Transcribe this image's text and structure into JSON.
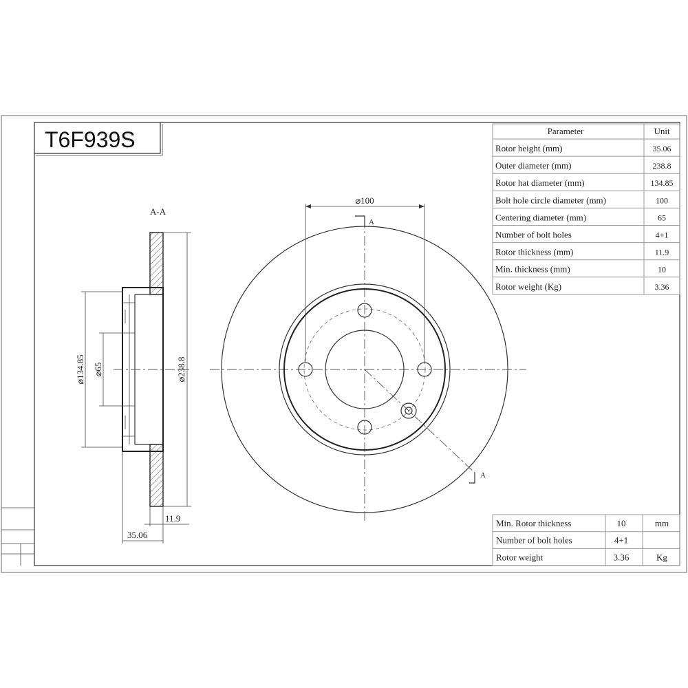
{
  "part_number": "T6F939S",
  "section_label": "A-A",
  "section_marker": "A",
  "parameters_table": {
    "header": {
      "parameter": "Parameter",
      "unit": "Unit"
    },
    "rows": [
      {
        "label": "Rotor height (mm)",
        "value": "35.06"
      },
      {
        "label": "Outer diameter (mm)",
        "value": "238.8"
      },
      {
        "label": "Rotor hat diameter (mm)",
        "value": "134.85"
      },
      {
        "label": "Bolt hole circle diameter (mm)",
        "value": "100"
      },
      {
        "label": "Centering diameter (mm)",
        "value": "65"
      },
      {
        "label": "Number of bolt holes",
        "value": "4+1"
      },
      {
        "label": "Rotor thickness (mm)",
        "value": "11.9"
      },
      {
        "label": "Min. thickness (mm)",
        "value": "10"
      },
      {
        "label": "Rotor weight (Kg)",
        "value": "3.36"
      }
    ]
  },
  "summary_table": {
    "rows": [
      {
        "label": "Min. Rotor thickness",
        "value": "10",
        "unit": "mm"
      },
      {
        "label": "Number of bolt holes",
        "value": "4+1",
        "unit": ""
      },
      {
        "label": "Rotor weight",
        "value": "3.36",
        "unit": "Kg"
      }
    ]
  },
  "dimensions": {
    "bolt_circle": "⌀100",
    "hat_diameter": "⌀134.85",
    "center_bore": "⌀65",
    "outer_diameter": "⌀238.8",
    "thickness": "11.9",
    "height": "35.06"
  }
}
